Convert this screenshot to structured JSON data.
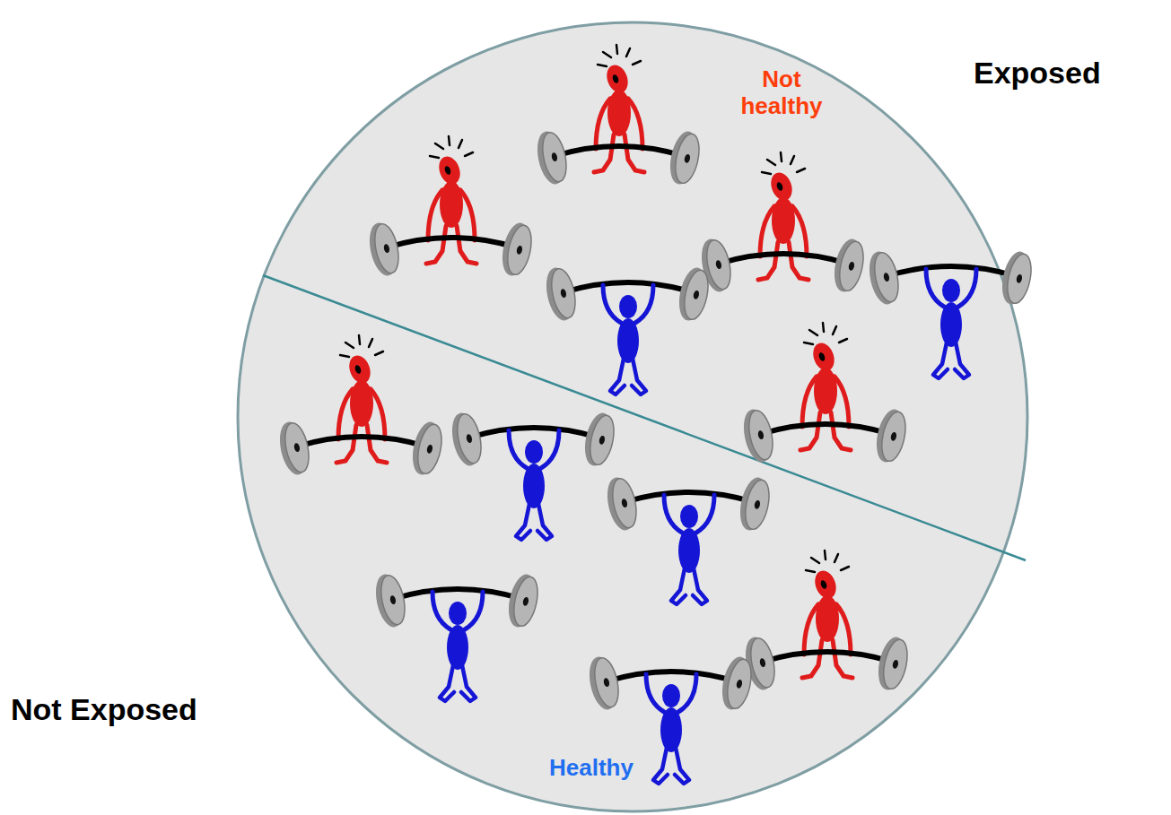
{
  "diagram": {
    "labels": [
      "Not healthy",
      "Exposed",
      "Not Exposed",
      "Healthy"
    ]
  }
}
